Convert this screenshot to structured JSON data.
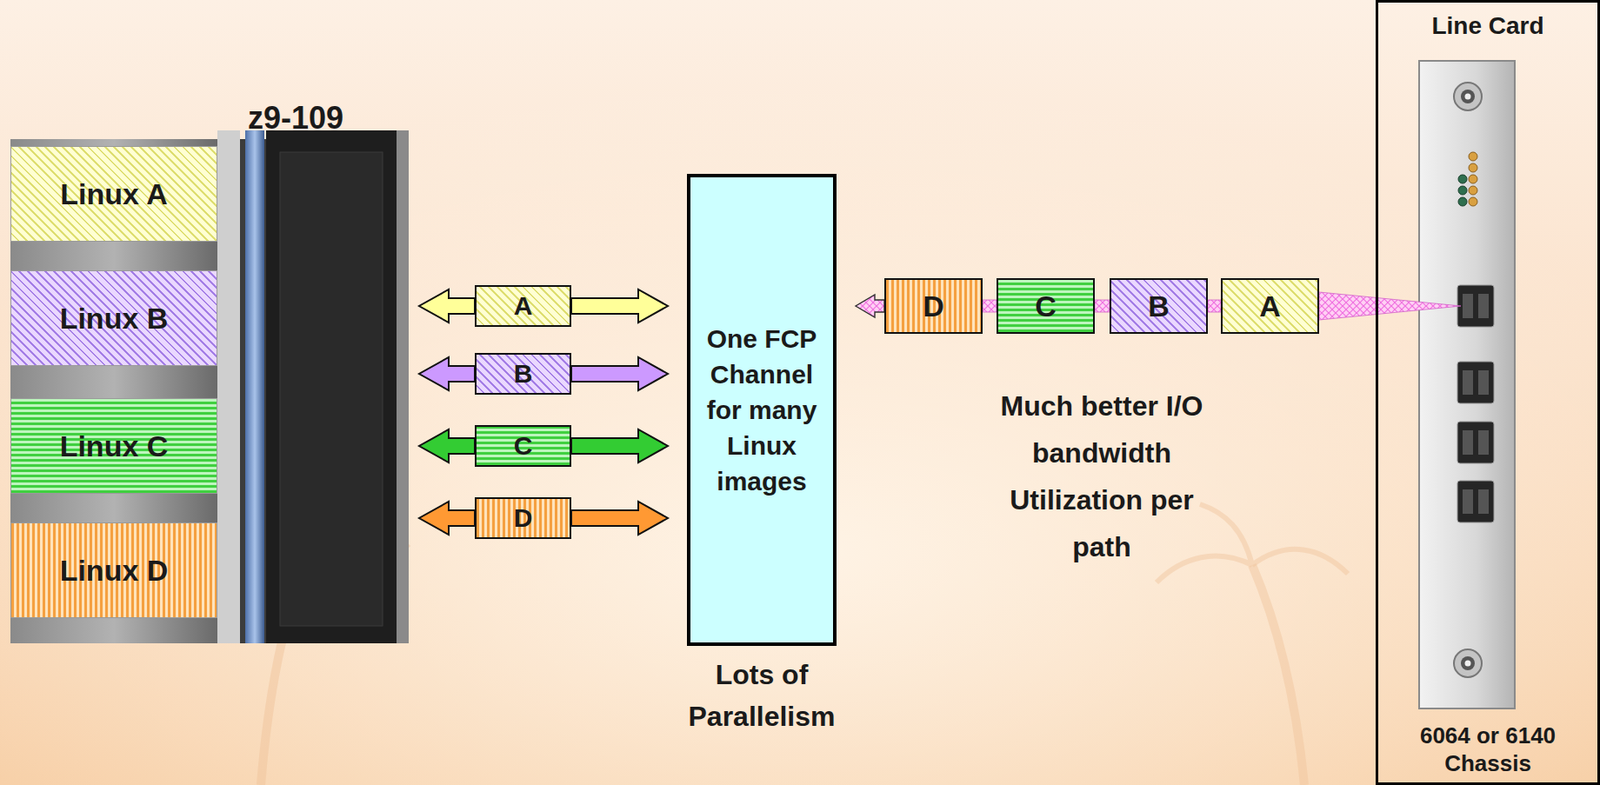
{
  "diagram": {
    "nodes": [
      {
        "text": [
          "z9-109"
        ]
      },
      {
        "text": [
          "Linux A"
        ],
        "in": 0
      },
      {
        "text": [
          "Linux B"
        ],
        "in": 0
      },
      {
        "text": [
          "Linux C"
        ],
        "in": 0
      },
      {
        "text": [
          "Linux D"
        ],
        "in": 0
      },
      {
        "text": [
          "A"
        ]
      },
      {
        "text": [
          "B"
        ]
      },
      {
        "text": [
          "C"
        ]
      },
      {
        "text": [
          "D"
        ]
      },
      {
        "text": [
          "One FCP Channel for many Linux images"
        ]
      },
      {
        "text": [
          "D"
        ]
      },
      {
        "text": [
          "C"
        ]
      },
      {
        "text": [
          "B"
        ]
      },
      {
        "text": [
          "A"
        ]
      },
      {
        "text": [
          "Line Card",
          "6064 or 6140 Chassis"
        ]
      }
    ],
    "edges": [
      {
        "from": 5,
        "to": 0,
        "arrow": "to"
      },
      {
        "from": 5,
        "to": 9,
        "arrow": "to"
      },
      {
        "from": 6,
        "to": 0,
        "arrow": "to"
      },
      {
        "from": 6,
        "to": 9,
        "arrow": "to"
      },
      {
        "from": 7,
        "to": 0,
        "arrow": "to"
      },
      {
        "from": 7,
        "to": 9,
        "arrow": "to"
      },
      {
        "from": 8,
        "to": 0,
        "arrow": "to"
      },
      {
        "from": 8,
        "to": 9,
        "arrow": "to"
      },
      {
        "from": 10,
        "to": 9,
        "arrow": "to"
      },
      {
        "from": 10,
        "to": 11,
        "arrow": "none"
      },
      {
        "from": 11,
        "to": 12,
        "arrow": "none"
      },
      {
        "from": 12,
        "to": 13,
        "arrow": "none"
      },
      {
        "from": 13,
        "to": 14,
        "arrow": "to"
      }
    ],
    "labels": [
      "Lots of Parallelism",
      "Much better I/O bandwidth Utilization per path"
    ]
  }
}
